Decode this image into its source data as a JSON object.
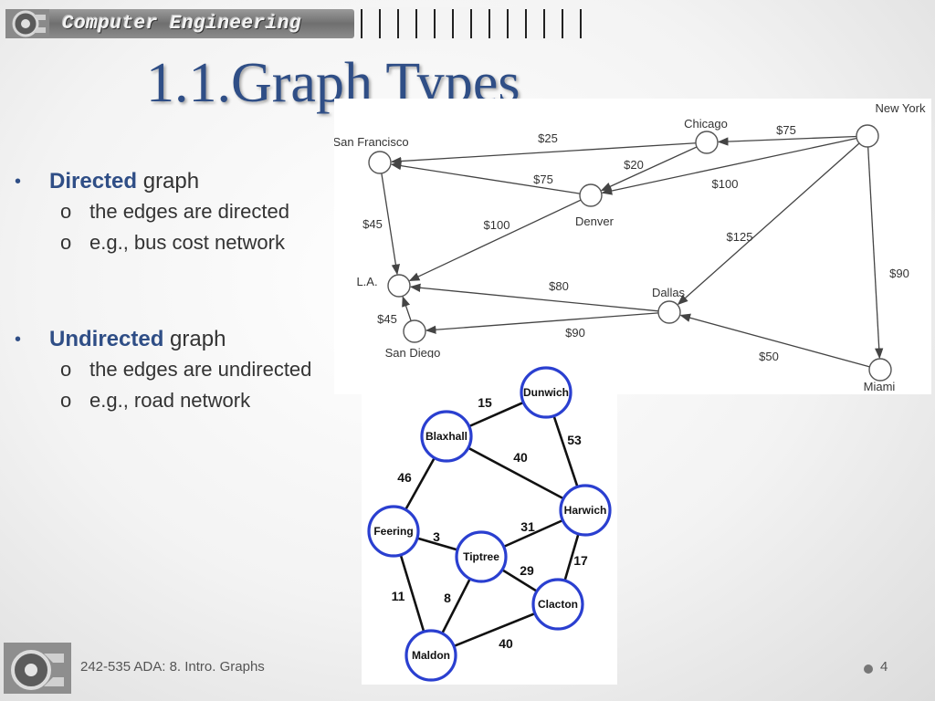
{
  "banner": {
    "text": "Computer Engineering"
  },
  "title": "1.1.Graph Types",
  "bullets": [
    {
      "key": "Directed",
      "rest": " graph",
      "subs": [
        "the edges are directed",
        "e.g., bus cost network"
      ]
    },
    {
      "key": "Undirected",
      "rest": " graph",
      "subs": [
        "the edges are undirected",
        "e.g., road network"
      ]
    }
  ],
  "sub_marker": "o",
  "bullet_marker": "•",
  "directed_graph": {
    "nodes": [
      {
        "id": "sf",
        "label": "San Francisco"
      },
      {
        "id": "chicago",
        "label": "Chicago"
      },
      {
        "id": "newyork",
        "label": "New York"
      },
      {
        "id": "denver",
        "label": "Denver"
      },
      {
        "id": "la",
        "label": "L.A."
      },
      {
        "id": "sandiego",
        "label": "San Diego"
      },
      {
        "id": "dallas",
        "label": "Dallas"
      },
      {
        "id": "miami",
        "label": "Miami"
      }
    ],
    "edges": [
      {
        "from": "chicago",
        "to": "sf",
        "label": "$25"
      },
      {
        "from": "newyork",
        "to": "chicago",
        "label": "$75"
      },
      {
        "from": "chicago",
        "to": "denver",
        "label": "$20"
      },
      {
        "from": "denver",
        "to": "sf",
        "label": "$75"
      },
      {
        "from": "newyork",
        "to": "denver",
        "label": "$100"
      },
      {
        "from": "sf",
        "to": "la",
        "label": "$45"
      },
      {
        "from": "denver",
        "to": "la",
        "label": "$100"
      },
      {
        "from": "newyork",
        "to": "dallas",
        "label": "$125"
      },
      {
        "from": "newyork",
        "to": "miami",
        "label": "$90"
      },
      {
        "from": "dallas",
        "to": "la",
        "label": "$80"
      },
      {
        "from": "sandiego",
        "to": "la",
        "label": "$45"
      },
      {
        "from": "dallas",
        "to": "sandiego",
        "label": "$90"
      },
      {
        "from": "miami",
        "to": "dallas",
        "label": "$50"
      }
    ],
    "colors": {
      "node_stroke": "#555555",
      "edge": "#444444",
      "text": "#333333"
    }
  },
  "undirected_graph": {
    "nodes": [
      {
        "id": "dunwich",
        "label": "Dunwich"
      },
      {
        "id": "blaxhall",
        "label": "Blaxhall"
      },
      {
        "id": "harwich",
        "label": "Harwich"
      },
      {
        "id": "feering",
        "label": "Feering"
      },
      {
        "id": "tiptree",
        "label": "Tiptree"
      },
      {
        "id": "clacton",
        "label": "Clacton"
      },
      {
        "id": "maldon",
        "label": "Maldon"
      }
    ],
    "edges": [
      {
        "a": "blaxhall",
        "b": "dunwich",
        "label": "15"
      },
      {
        "a": "dunwich",
        "b": "harwich",
        "label": "53"
      },
      {
        "a": "blaxhall",
        "b": "harwich",
        "label": "40"
      },
      {
        "a": "blaxhall",
        "b": "feering",
        "label": "46"
      },
      {
        "a": "feering",
        "b": "tiptree",
        "label": "3"
      },
      {
        "a": "tiptree",
        "b": "harwich",
        "label": "31"
      },
      {
        "a": "harwich",
        "b": "clacton",
        "label": "17"
      },
      {
        "a": "tiptree",
        "b": "clacton",
        "label": "29"
      },
      {
        "a": "feering",
        "b": "maldon",
        "label": "11"
      },
      {
        "a": "tiptree",
        "b": "maldon",
        "label": "8"
      },
      {
        "a": "maldon",
        "b": "clacton",
        "label": "40"
      }
    ],
    "colors": {
      "node_stroke": "#2a3fd0",
      "edge": "#111111",
      "text": "#111111"
    }
  },
  "footer": {
    "course": "242-535 ADA:  8. Intro. Graphs",
    "page": "4"
  },
  "colors": {
    "title": "#2f4e86",
    "accent": "#2f4e86",
    "body_text": "#333333"
  }
}
